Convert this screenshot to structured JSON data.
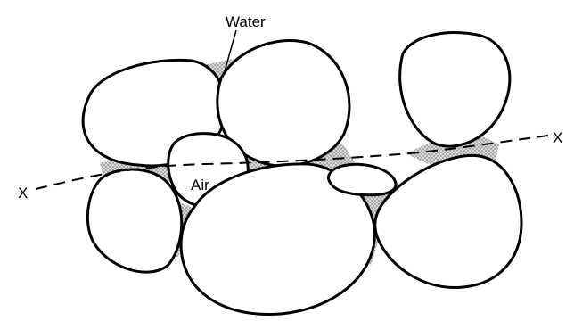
{
  "labels": {
    "water": "Water",
    "air": "Air",
    "section_left": "X",
    "section_right": "X"
  },
  "colors": {
    "grain_fill": "#ffffff",
    "outline": "#000000",
    "water_stipple": "#555555"
  }
}
